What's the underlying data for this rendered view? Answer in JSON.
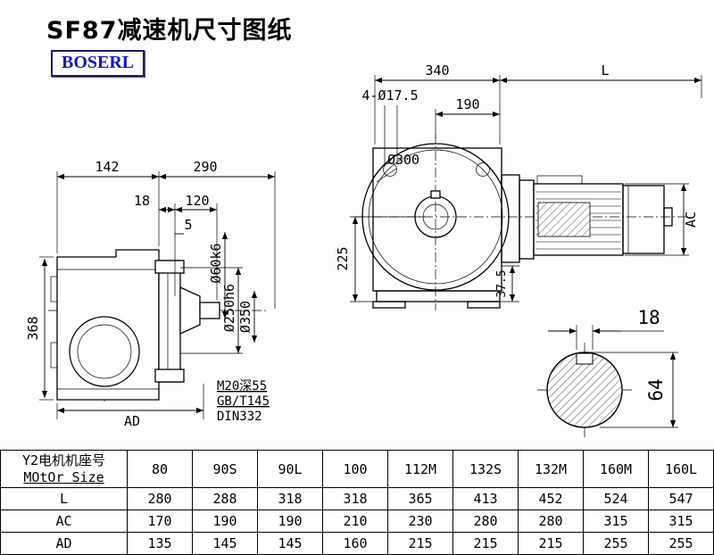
{
  "title": "SF87减速机尺寸图纸",
  "logo": "BOSERL",
  "left_view": {
    "dim_142": "142",
    "dim_290": "290",
    "dim_18": "18",
    "dim_120": "120",
    "dim_5": "5",
    "dim_shaft_dia": "Ø60k6",
    "dim_spigot_dia": "Ø250h6",
    "dim_flange_dia": "Ø350",
    "dim_368": "368",
    "dim_ad": "AD",
    "note_tap": "M20深55",
    "note_std": "GB/T145",
    "note_din": "DIN332"
  },
  "right_view": {
    "dim_340": "340",
    "dim_motor_length": "L",
    "dim_holes": "4-Ø17.5",
    "dim_190": "190",
    "dim_circle_dia": "Ø300",
    "dim_225": "225",
    "dim_37_5": "37.5",
    "dim_ac": "AC"
  },
  "shaft_view": {
    "dim_key_width": "18",
    "dim_height": "64"
  },
  "table": {
    "header_line1": "Y2电机机座号",
    "header_line2": "MOtOr Size",
    "size_columns": [
      "80",
      "90S",
      "90L",
      "100",
      "112M",
      "132S",
      "132M",
      "160M",
      "160L"
    ],
    "rows": [
      {
        "label": "L",
        "values": [
          "280",
          "288",
          "318",
          "318",
          "365",
          "413",
          "452",
          "524",
          "547"
        ]
      },
      {
        "label": "AC",
        "values": [
          "170",
          "190",
          "190",
          "210",
          "230",
          "280",
          "280",
          "315",
          "315"
        ]
      },
      {
        "label": "AD",
        "values": [
          "135",
          "145",
          "145",
          "160",
          "215",
          "215",
          "215",
          "255",
          "255"
        ]
      }
    ]
  }
}
